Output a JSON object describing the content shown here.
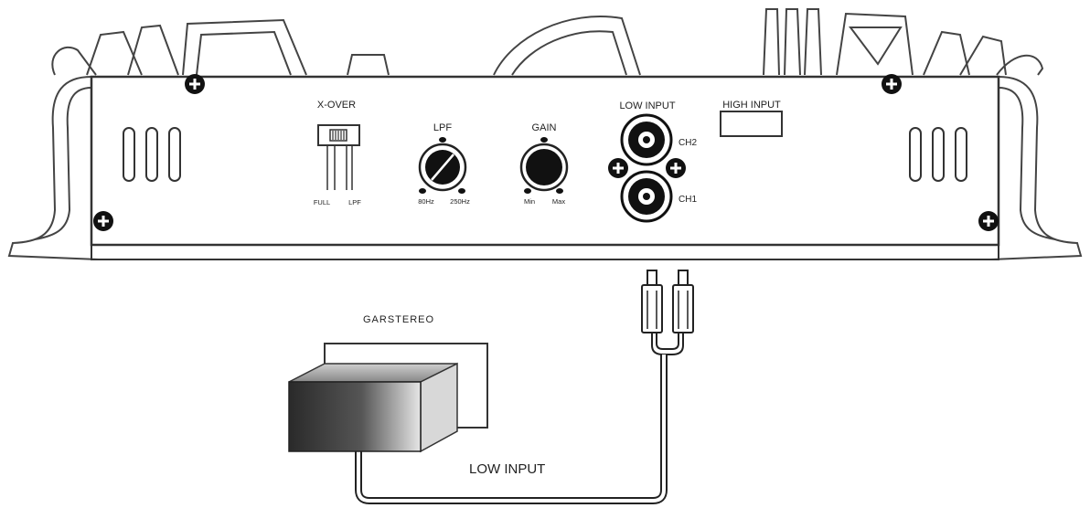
{
  "panel": {
    "xover_label": "X-OVER",
    "xover_full": "FULL",
    "xover_lpf": "LPF",
    "lpf_label": "LPF",
    "lpf_min": "80Hz",
    "lpf_max": "250Hz",
    "gain_label": "GAIN",
    "gain_min": "Min",
    "gain_max": "Max",
    "low_input_label": "LOW INPUT",
    "ch2_label": "CH2",
    "ch1_label": "CH1",
    "high_input_label": "HIGH INPUT"
  },
  "head_unit": {
    "label": "GARSTEREO"
  },
  "cable": {
    "label": "LOW INPUT"
  }
}
